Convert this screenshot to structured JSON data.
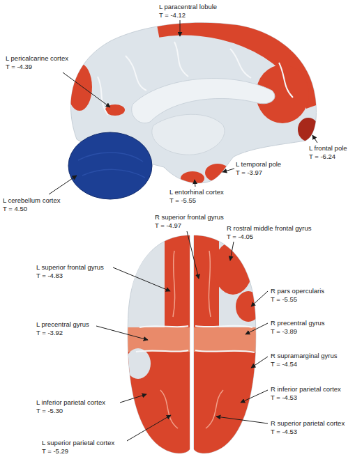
{
  "diagram": {
    "labels": [
      "L paracentral lobule",
      "T = -4.12",
      "L pericalcarine cortex",
      "T = -4.39",
      "L frontal pole",
      "T = -6.24",
      "L temporal pole",
      "T = -3.97",
      "L entorhinal cortex",
      "T = -5.55",
      "L cerebellum cortex",
      "T = 4.50",
      "R superior frontal gyrus",
      "T = -4.97",
      "R rostral middle frontal gyrus",
      "T = -4.05",
      "L superior frontal gyrus",
      "T = -4.83",
      "R pars opercularis",
      "T = -5.55",
      "L precentral gyrus",
      "T = -3.92",
      "R precentral gyrus",
      "T = -3.89",
      "R supramarginal gyrus",
      "T = -4.54",
      "R inferior parietal cortex",
      "T = -4.53",
      "L inferior parietal cortex",
      "T = -5.30",
      "R superior parietal cortex",
      "T = -4.53",
      "L superior parietal cortex",
      "T = -5.29"
    ]
  }
}
